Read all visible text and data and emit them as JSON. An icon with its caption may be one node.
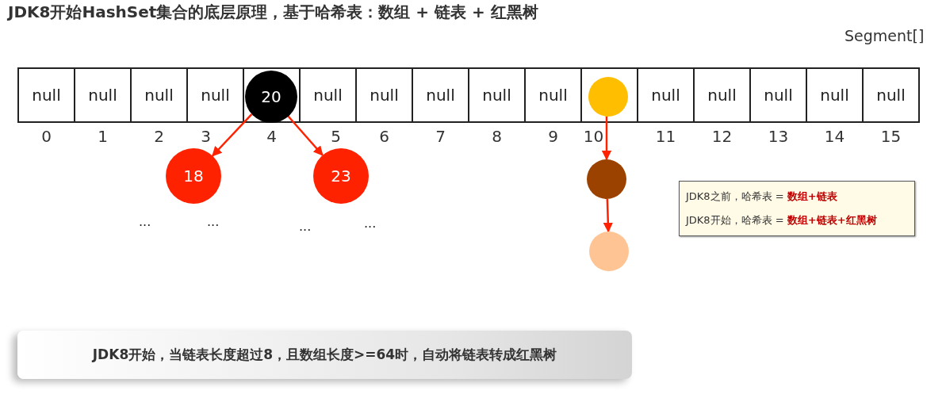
{
  "diagram": {
    "title": "JDK8开始HashSet集合的底层原理，基于哈希表：数组 + 链表 + 红黑树",
    "nodes": [
      {
        "text": [
          "null"
        ],
        "beside": [
          "0"
        ]
      },
      {
        "text": [
          "null"
        ],
        "beside": [
          "1"
        ]
      },
      {
        "text": [
          "null"
        ],
        "beside": [
          "2"
        ]
      },
      {
        "text": [
          "null"
        ],
        "beside": [
          "3"
        ]
      },
      {
        "text": [],
        "shape": "box",
        "beside": [
          "4"
        ]
      },
      {
        "text": [
          "null"
        ],
        "beside": [
          "5"
        ]
      },
      {
        "text": [
          "null"
        ],
        "beside": [
          "6"
        ]
      },
      {
        "text": [
          "null"
        ],
        "beside": [
          "7"
        ]
      },
      {
        "text": [
          "null"
        ],
        "beside": [
          "8"
        ]
      },
      {
        "text": [
          "null"
        ],
        "beside": [
          "9"
        ]
      },
      {
        "text": [],
        "shape": "box",
        "beside": [
          "10"
        ]
      },
      {
        "text": [
          "null"
        ],
        "beside": [
          "11"
        ]
      },
      {
        "text": [
          "null"
        ],
        "beside": [
          "12"
        ]
      },
      {
        "text": [
          "null"
        ],
        "beside": [
          "13"
        ]
      },
      {
        "text": [
          "null"
        ],
        "beside": [
          "14"
        ]
      },
      {
        "text": [
          "null"
        ],
        "beside": [
          "15"
        ]
      },
      {
        "text": [
          "20"
        ],
        "in": 4
      },
      {
        "text": [],
        "shape": "circle",
        "in": 10
      },
      {
        "text": [
          "18"
        ]
      },
      {
        "text": [
          "23"
        ]
      },
      {
        "text": [],
        "shape": "circle"
      },
      {
        "text": [],
        "shape": "circle"
      },
      {
        "text": [
          "JDK8之前，哈希表 = **数组+链表**",
          "JDK8开始，哈希表 = **数组+链表+红黑树**"
        ]
      },
      {
        "text": [
          "JDK8开始，当链表长度超过8，且数组长度>=64时，自动将链表转成红黑树"
        ]
      }
    ],
    "edges": [
      {
        "from": 16,
        "to": 18,
        "arrow": "to"
      },
      {
        "from": 16,
        "to": 19,
        "arrow": "to"
      },
      {
        "from": 17,
        "to": 20,
        "arrow": "to"
      },
      {
        "from": 20,
        "to": 21,
        "arrow": "to"
      }
    ],
    "labels": [
      "Segment[]",
      "...",
      "...",
      "...",
      "..."
    ]
  }
}
